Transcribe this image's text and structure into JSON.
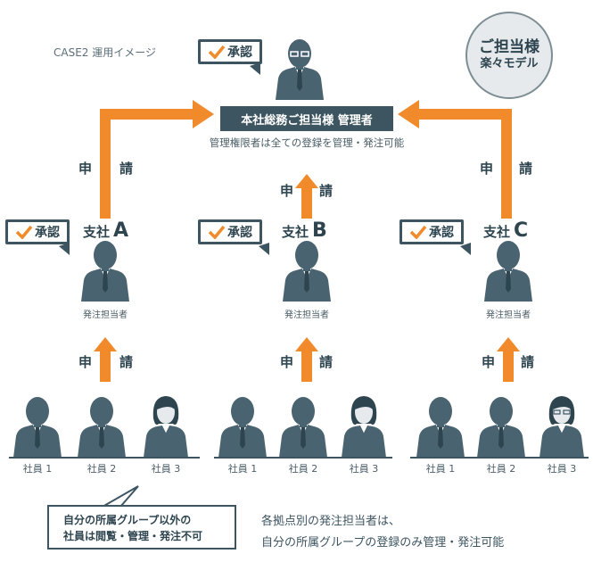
{
  "case_label": "CASE2 運用イメージ",
  "badge": {
    "line1": "ご担当様",
    "line2": "楽々モデル"
  },
  "approve_label": "承認",
  "request_label": {
    "char1": "申",
    "char2": "請"
  },
  "hq": {
    "title": "本社総務ご担当様 管理者",
    "note": "管理権限者は全ての登録を管理・発注可能"
  },
  "branches": [
    {
      "prefix": "支社",
      "letter": "A",
      "role": "発注担当者",
      "employees": [
        "社員 1",
        "社員 2",
        "社員 3"
      ]
    },
    {
      "prefix": "支社",
      "letter": "B",
      "role": "発注担当者",
      "employees": [
        "社員 1",
        "社員 2",
        "社員 3"
      ]
    },
    {
      "prefix": "支社",
      "letter": "C",
      "role": "発注担当者",
      "employees": [
        "社員 1",
        "社員 2",
        "社員 3"
      ]
    }
  ],
  "restriction_note": {
    "line1": "自分の所属グループ以外の",
    "line2": "社員は閲覧・管理・発注不可"
  },
  "bottom_note": {
    "line1": "各拠点別の発注担当者は、",
    "line2": "自分の所属グループの登録のみ管理・発注可能"
  },
  "colors": {
    "dark": "#3d5561",
    "arrow": "#f08a2a",
    "suit": "#4a6370",
    "badge_bg": "#e6eaec"
  }
}
